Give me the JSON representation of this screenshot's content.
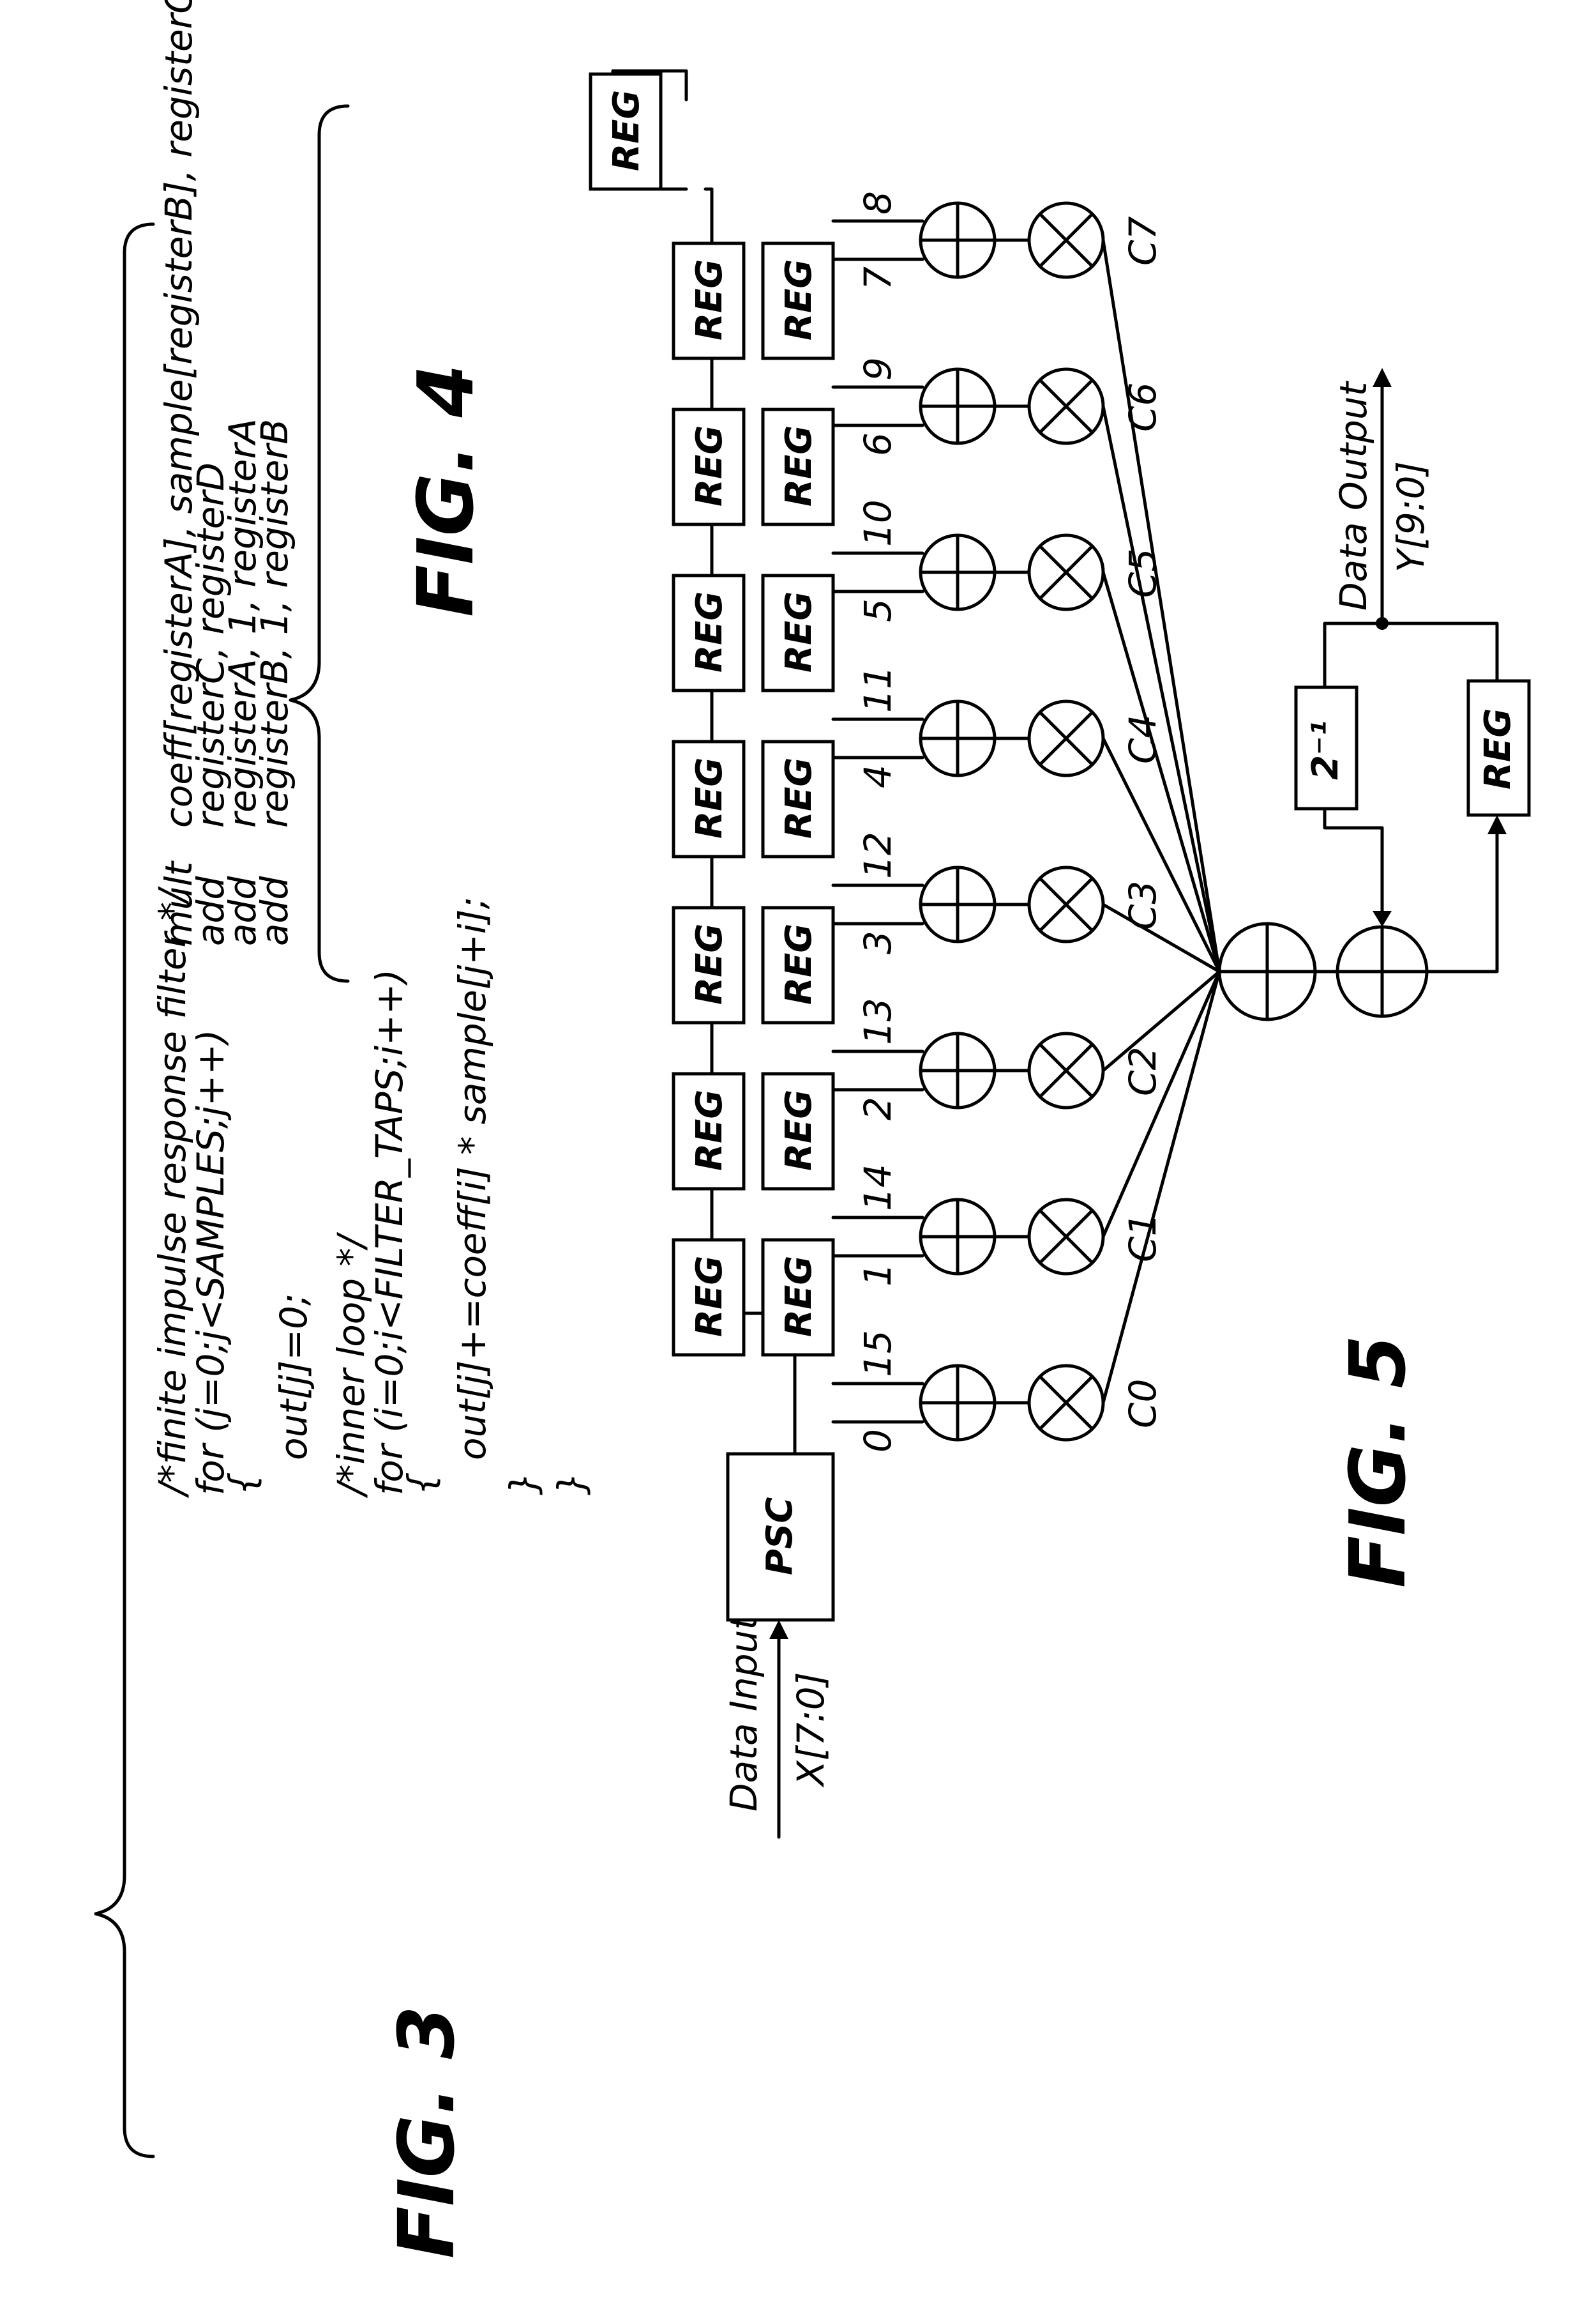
{
  "figures": {
    "fig3": {
      "label": "FIG. 3",
      "code": [
        "/*finite impulse response filter */",
        "for (j=0;j<SAMPLES;j++)",
        "{",
        "out[j]=0;",
        "/*inner loop */",
        "for (i=0;i<FILTER_TAPS;i++)",
        "{",
        "out[j]+=coeff[i] * sample[j+i];",
        "}",
        "}"
      ]
    },
    "fig4": {
      "label": "FIG. 4",
      "ops": [
        "mult",
        "add",
        "add",
        "add"
      ],
      "operands": [
        "coeff[registerA], sample[registerB], registerC",
        "registerC, registerD",
        "registerA, 1, registerA",
        "registerB, 1, registerB"
      ]
    },
    "fig5": {
      "label": "FIG. 5",
      "input_title": "Data Input",
      "input_bus": "X[7:0]",
      "psc_label": "PSC",
      "reg_label": "REG",
      "output_title": "Data Output",
      "output_bus": "Y[9:0]",
      "shift_label": "2⁻¹",
      "coefficients": [
        "C0",
        "C1",
        "C2",
        "C3",
        "C4",
        "C5",
        "C6",
        "C7"
      ],
      "tap_lower": [
        "0",
        "1",
        "2",
        "3",
        "4",
        "5",
        "6",
        "7"
      ],
      "tap_upper": [
        "15",
        "14",
        "13",
        "12",
        "11",
        "10",
        "9",
        "8"
      ]
    }
  }
}
